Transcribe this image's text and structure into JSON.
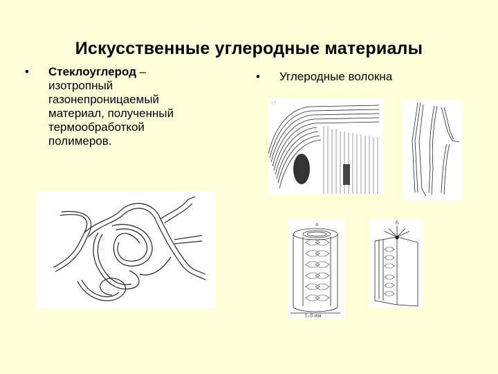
{
  "slide": {
    "title": "Искусственные углеродные материалы",
    "background_color": "#ffffd9"
  },
  "left_column": {
    "bullet_symbol": "•",
    "term": "Стеклоуглерод",
    "dash": " –",
    "lines": [
      "изотропный",
      "газонепроницаемый",
      "материал, полученный",
      "термообработкой",
      "полимеров."
    ],
    "figure": {
      "name": "glassy-carbon-ribbon-structure-diagram"
    }
  },
  "right_column": {
    "bullet_symbol": "•",
    "text": "Углеродные волокна",
    "figures": [
      {
        "name": "carbon-fiber-cross-section-drawing",
        "label": ""
      },
      {
        "name": "carbon-fiber-lamellae-lines",
        "label": ""
      },
      {
        "name": "nanotube-cylinder-diagram",
        "label": "а",
        "dimension": "1–8 нм"
      },
      {
        "name": "graphene-sheets-diagram",
        "label": "б"
      }
    ]
  }
}
